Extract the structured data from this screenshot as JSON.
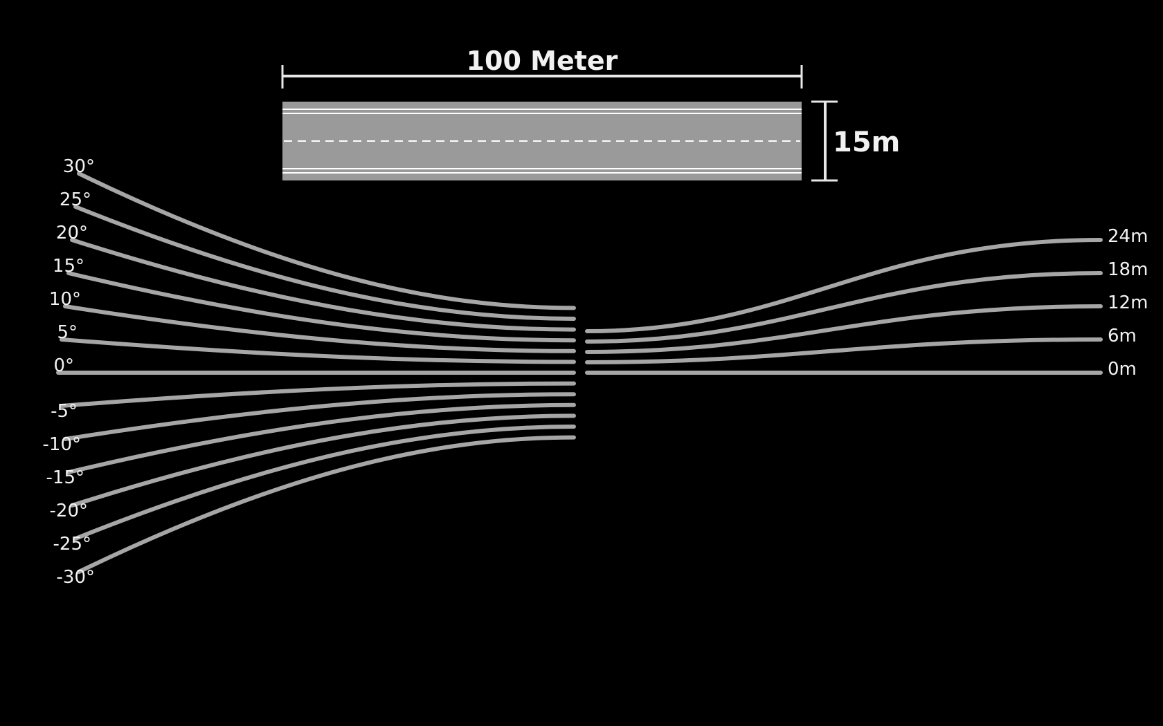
{
  "road": {
    "length_label": "100 Meter",
    "width_label": "15m",
    "surface_color": "#9a9a9a",
    "marking_color": "#ffffff"
  },
  "colors": {
    "background": "#000000",
    "curve": "#a6a6a6",
    "text": "#f2f2f2"
  },
  "angle_curves": {
    "labels": [
      "30°",
      "25°",
      "20°",
      "15°",
      "10°",
      "5°",
      "0°",
      "-5°",
      "-10°",
      "-15°",
      "-20°",
      "-25°",
      "-30°"
    ],
    "angles": [
      30,
      25,
      20,
      15,
      10,
      5,
      0,
      -5,
      -10,
      -15,
      -20,
      -25,
      -30
    ]
  },
  "offset_curves": {
    "labels": [
      "24m",
      "18m",
      "12m",
      "6m",
      "0m"
    ],
    "offsets_m": [
      24,
      18,
      12,
      6,
      0
    ]
  }
}
